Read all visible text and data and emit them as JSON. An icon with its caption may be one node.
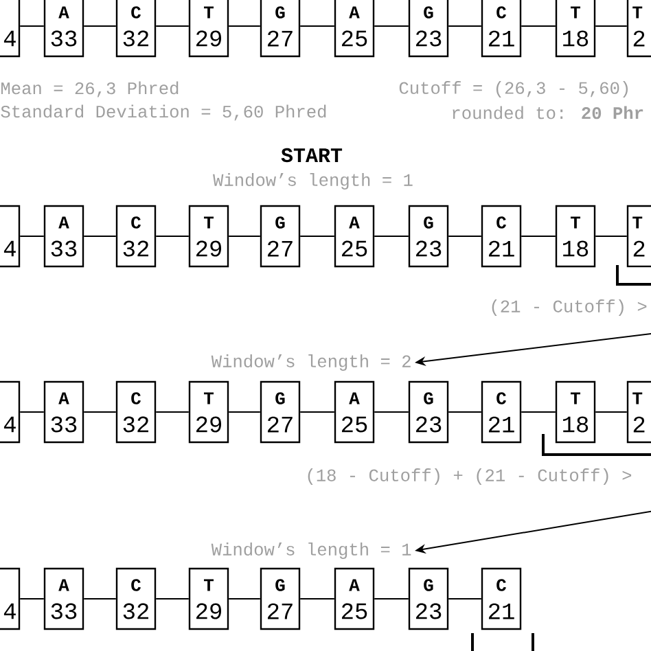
{
  "diagram": {
    "nodes": [
      {
        "text": [
          "4"
        ]
      },
      {
        "text": [
          "A",
          "33"
        ]
      },
      {
        "text": [
          "C",
          "32"
        ]
      },
      {
        "text": [
          "T",
          "29"
        ]
      },
      {
        "text": [
          "G",
          "27"
        ]
      },
      {
        "text": [
          "A",
          "25"
        ]
      },
      {
        "text": [
          "G",
          "23"
        ]
      },
      {
        "text": [
          "C",
          "21"
        ]
      },
      {
        "text": [
          "T",
          "18"
        ]
      },
      {
        "text": [
          "T",
          "2"
        ]
      },
      {
        "text": [
          "4"
        ]
      },
      {
        "text": [
          "A",
          "33"
        ]
      },
      {
        "text": [
          "C",
          "32"
        ]
      },
      {
        "text": [
          "T",
          "29"
        ]
      },
      {
        "text": [
          "G",
          "27"
        ]
      },
      {
        "text": [
          "A",
          "25"
        ]
      },
      {
        "text": [
          "G",
          "23"
        ]
      },
      {
        "text": [
          "C",
          "21"
        ]
      },
      {
        "text": [
          "T",
          "18"
        ]
      },
      {
        "text": [
          "T",
          "2"
        ]
      },
      {
        "text": [
          "Window’s length = 2"
        ]
      },
      {
        "text": [
          "4"
        ]
      },
      {
        "text": [
          "A",
          "33"
        ]
      },
      {
        "text": [
          "C",
          "32"
        ]
      },
      {
        "text": [
          "T",
          "29"
        ]
      },
      {
        "text": [
          "G",
          "27"
        ]
      },
      {
        "text": [
          "A",
          "25"
        ]
      },
      {
        "text": [
          "G",
          "23"
        ]
      },
      {
        "text": [
          "C",
          "21"
        ]
      },
      {
        "text": [
          "T",
          "18"
        ]
      },
      {
        "text": [
          "T",
          "2"
        ]
      },
      {
        "text": [
          "Window’s length = 1"
        ]
      },
      {
        "text": [
          "4"
        ]
      },
      {
        "text": [
          "A",
          "33"
        ]
      },
      {
        "text": [
          "C",
          "32"
        ]
      },
      {
        "text": [
          "T",
          "29"
        ]
      },
      {
        "text": [
          "G",
          "27"
        ]
      },
      {
        "text": [
          "A",
          "25"
        ]
      },
      {
        "text": [
          "G",
          "23"
        ]
      },
      {
        "text": [
          "C",
          "21"
        ]
      }
    ],
    "edges": [
      {
        "from": 0,
        "to": 1,
        "arrow": "none"
      },
      {
        "from": 1,
        "to": 2,
        "arrow": "none"
      },
      {
        "from": 2,
        "to": 3,
        "arrow": "none"
      },
      {
        "from": 3,
        "to": 4,
        "arrow": "none"
      },
      {
        "from": 4,
        "to": 5,
        "arrow": "none"
      },
      {
        "from": 5,
        "to": 6,
        "arrow": "none"
      },
      {
        "from": 6,
        "to": 7,
        "arrow": "none"
      },
      {
        "from": 7,
        "to": 8,
        "arrow": "none"
      },
      {
        "from": 8,
        "to": 9,
        "arrow": "none"
      },
      {
        "from": 10,
        "to": 11,
        "arrow": "none"
      },
      {
        "from": 11,
        "to": 12,
        "arrow": "none"
      },
      {
        "from": 12,
        "to": 13,
        "arrow": "none"
      },
      {
        "from": 13,
        "to": 14,
        "arrow": "none"
      },
      {
        "from": 14,
        "to": 15,
        "arrow": "none"
      },
      {
        "from": 15,
        "to": 16,
        "arrow": "none"
      },
      {
        "from": 16,
        "to": 17,
        "arrow": "none"
      },
      {
        "from": 17,
        "to": 18,
        "arrow": "none"
      },
      {
        "from": 18,
        "to": 19,
        "arrow": "none"
      },
      {
        "from": 21,
        "to": 22,
        "arrow": "none"
      },
      {
        "from": 22,
        "to": 23,
        "arrow": "none"
      },
      {
        "from": 23,
        "to": 24,
        "arrow": "none"
      },
      {
        "from": 24,
        "to": 25,
        "arrow": "none"
      },
      {
        "from": 25,
        "to": 26,
        "arrow": "none"
      },
      {
        "from": 26,
        "to": 27,
        "arrow": "none"
      },
      {
        "from": 27,
        "to": 28,
        "arrow": "none"
      },
      {
        "from": 28,
        "to": 29,
        "arrow": "none"
      },
      {
        "from": 29,
        "to": 30,
        "arrow": "none"
      },
      {
        "from": 32,
        "to": 33,
        "arrow": "none"
      },
      {
        "from": 33,
        "to": 34,
        "arrow": "none"
      },
      {
        "from": 34,
        "to": 35,
        "arrow": "none"
      },
      {
        "from": 35,
        "to": 36,
        "arrow": "none"
      },
      {
        "from": 36,
        "to": 37,
        "arrow": "none"
      },
      {
        "from": 37,
        "to": 38,
        "arrow": "none"
      },
      {
        "from": 38,
        "to": 39,
        "arrow": "none"
      },
      {
        "from": null,
        "to": 20,
        "arrow": "to"
      },
      {
        "from": null,
        "to": 31,
        "arrow": "to"
      }
    ],
    "labels": [
      "Mean = 26,3 Phred",
      "Cutoff = (26,3 - 5,60)",
      "Standard Deviation = 5,60 Phred",
      "rounded to: **20 Phr**",
      "START",
      "Window’s length = 1",
      "(21 - Cutoff) >",
      "(18 - Cutoff) + (21 - Cutoff) >"
    ]
  }
}
